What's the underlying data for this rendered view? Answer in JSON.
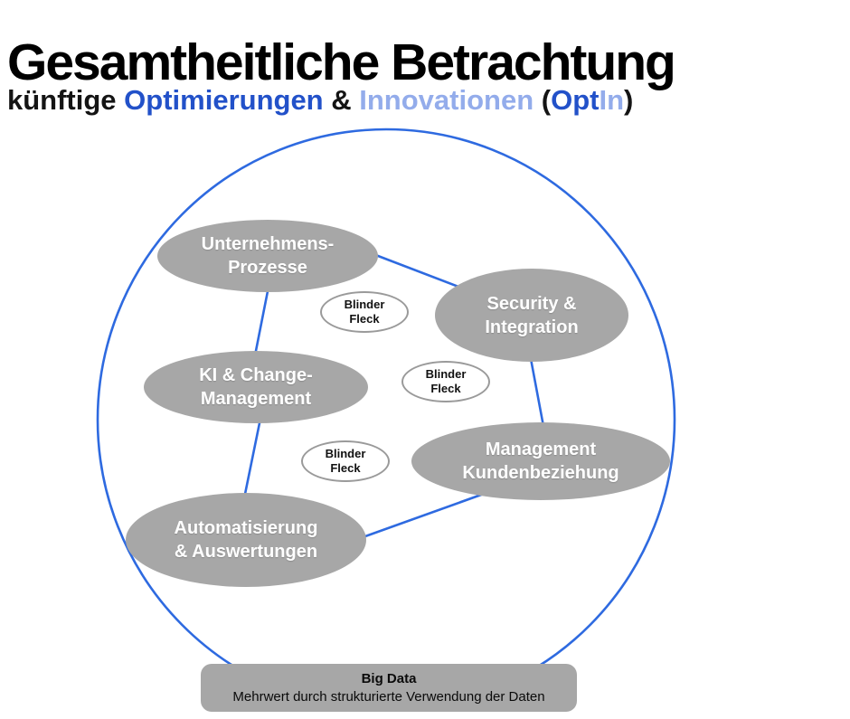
{
  "header": {
    "title": "Gesamtheitliche Betrachtung",
    "subtitle_parts": [
      {
        "text": "künftige ",
        "color": "#141414"
      },
      {
        "text": "Optimierungen",
        "color": "#2251c9"
      },
      {
        "text": " & ",
        "color": "#141414"
      },
      {
        "text": "Innovationen",
        "color": "#93aceb"
      },
      {
        "text": " (",
        "color": "#141414"
      },
      {
        "text": "Opt",
        "color": "#2251c9"
      },
      {
        "text": "In",
        "color": "#93aceb"
      },
      {
        "text": ")",
        "color": "#141414"
      }
    ]
  },
  "diagram": {
    "boundary": {
      "shape": "circle",
      "stroke_color": "#2e6ae0"
    },
    "nodes": [
      {
        "id": "unternehmens-prozesse",
        "label": "Unternehmens-\nProzesse"
      },
      {
        "id": "security-integration",
        "label": "Security &\nIntegration"
      },
      {
        "id": "ki-change-management",
        "label": "KI & Change-\nManagement"
      },
      {
        "id": "management-kundenbeziehung",
        "label": "Management\nKundenbeziehung"
      },
      {
        "id": "automatisierung-auswertungen",
        "label": "Automatisierung\n& Auswertungen"
      }
    ],
    "blind_spots": [
      "Blinder\nFleck",
      "Blinder\nFleck",
      "Blinder\nFleck"
    ],
    "edges": [
      {
        "from": "unternehmens-prozesse",
        "to": "security-integration"
      },
      {
        "from": "unternehmens-prozesse",
        "to": "ki-change-management"
      },
      {
        "from": "ki-change-management",
        "to": "automatisierung-auswertungen"
      },
      {
        "from": "security-integration",
        "to": "management-kundenbeziehung"
      },
      {
        "from": "automatisierung-auswertungen",
        "to": "management-kundenbeziehung"
      }
    ],
    "big_data": {
      "title": "Big Data",
      "subtitle": "Mehrwert durch strukturierte Verwendung der Daten"
    },
    "colors": {
      "node_fill": "#a7a7a7",
      "node_text": "#ffffff",
      "blindspot_border": "#9a9a9a",
      "edge_blue": "#2e6ae0",
      "bar_fill": "#a7a7a7"
    }
  }
}
